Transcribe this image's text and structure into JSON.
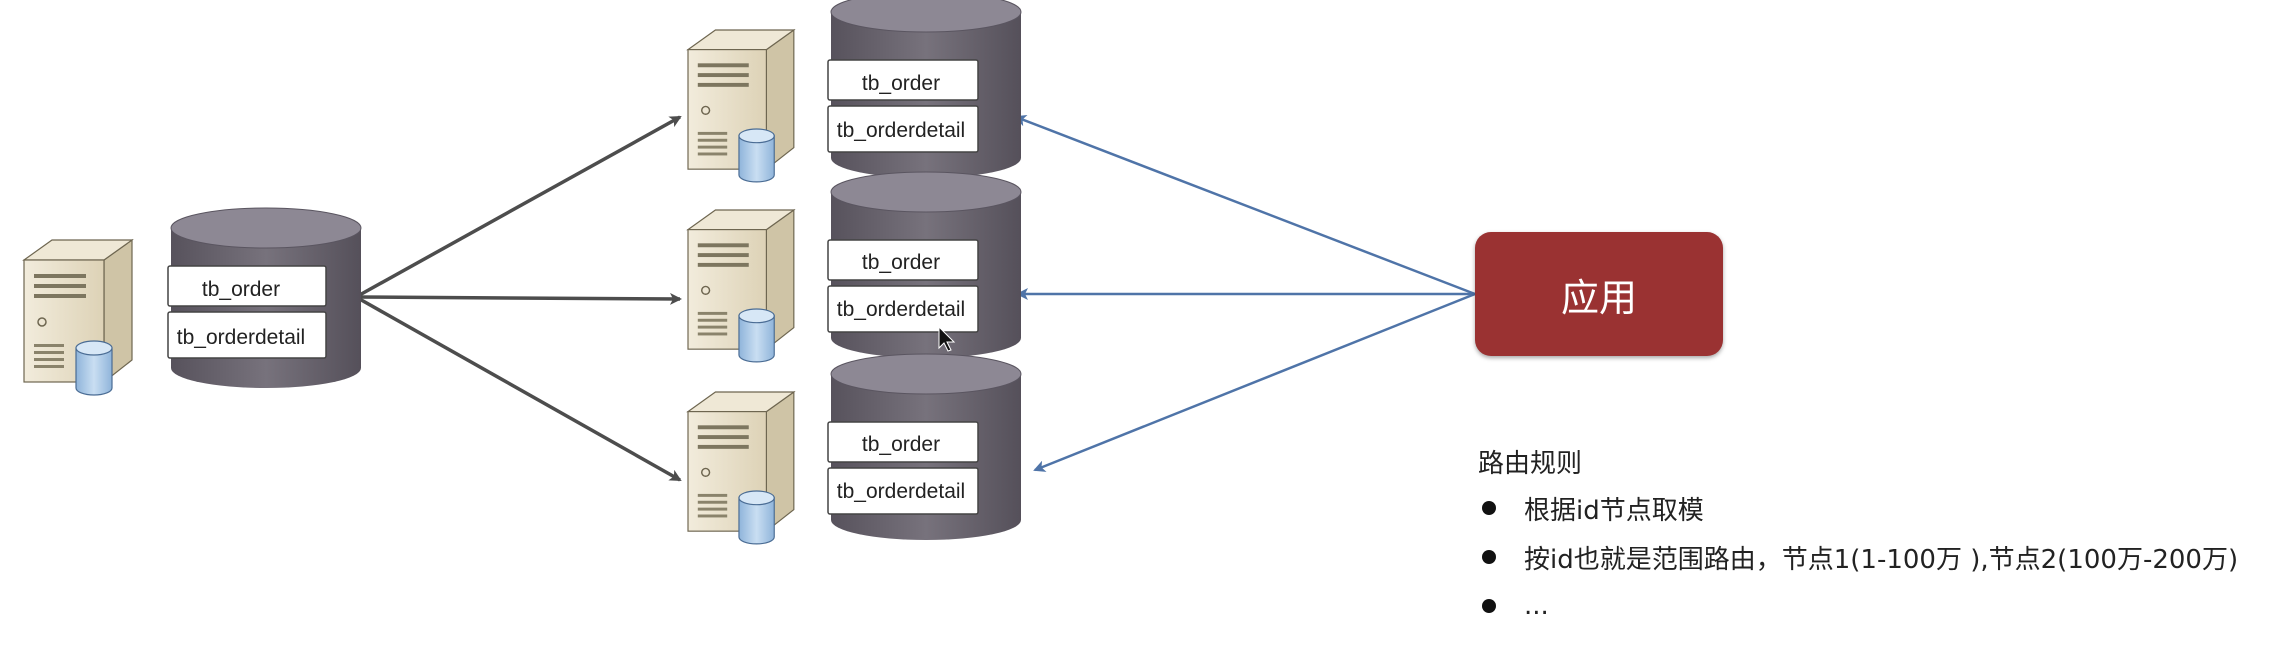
{
  "source_db": {
    "tables": [
      "tb_order",
      "tb_orderdetail"
    ]
  },
  "shards": [
    {
      "tables": [
        "tb_order",
        "tb_orderdetail"
      ]
    },
    {
      "tables": [
        "tb_order",
        "tb_orderdetail"
      ]
    },
    {
      "tables": [
        "tb_order",
        "tb_orderdetail"
      ]
    }
  ],
  "app_label": "应用",
  "routing_rules": {
    "title": "路由规则",
    "items": [
      "根据id节点取模",
      "按id也就是范围路由，节点1(1-100万 ),节点2(100万-200万)",
      "..."
    ]
  },
  "colors": {
    "app_box": "#9a3232",
    "left_arrows": "#4d4d4d",
    "right_arrows": "#4f74a8",
    "cylinder": "#6a6570",
    "server_beige": "#e6dcc4",
    "mini_db": "#a9c8e6"
  }
}
